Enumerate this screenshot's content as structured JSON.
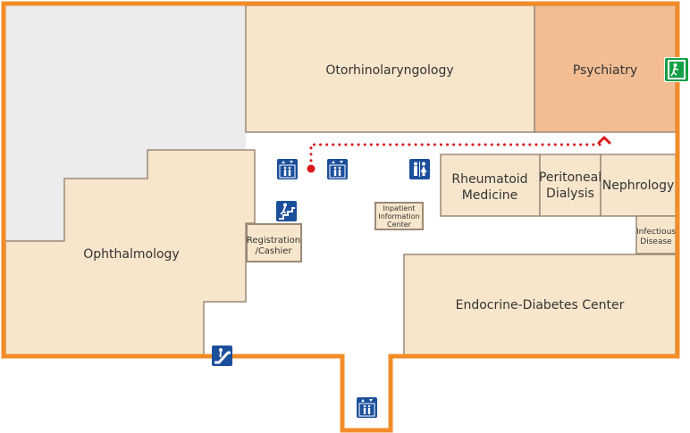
{
  "rooms": {
    "otorhinolaryngology": "Otorhinolaryngology",
    "psychiatry": "Psychiatry",
    "ophthalmology": "Ophthalmology",
    "rheumatoid_line1": "Rheumatoid",
    "rheumatoid_line2": "Medicine",
    "peritoneal_line1": "Peritoneal",
    "peritoneal_line2": "Dialysis",
    "nephrology": "Nephrology",
    "infectious_line1": "Infectious",
    "infectious_line2": "Disease",
    "endocrine": "Endocrine-Diabetes Center",
    "registration_line1": "Registration",
    "registration_line2": "/Cashier",
    "inpatient_line1": "Inpatient",
    "inpatient_line2": "Information",
    "inpatient_line3": "Center"
  },
  "icons": {
    "elevator": "elevator-icon",
    "restroom": "restroom-icon",
    "stairs": "stairs-icon",
    "escalator": "escalator-icon",
    "exit": "emergency-exit-icon",
    "route_start": "route-start-dot",
    "route_end": "route-end-chevron"
  },
  "colors": {
    "outline": "#f28c28",
    "room_fill": "#f7e6cc",
    "room_border": "#9a8a78",
    "highlight_room": "#f2bd93",
    "unavailable": "#ececec",
    "icon_blue": "#1b4f9c",
    "exit_green": "#12a046",
    "route_red": "#d9191c"
  }
}
